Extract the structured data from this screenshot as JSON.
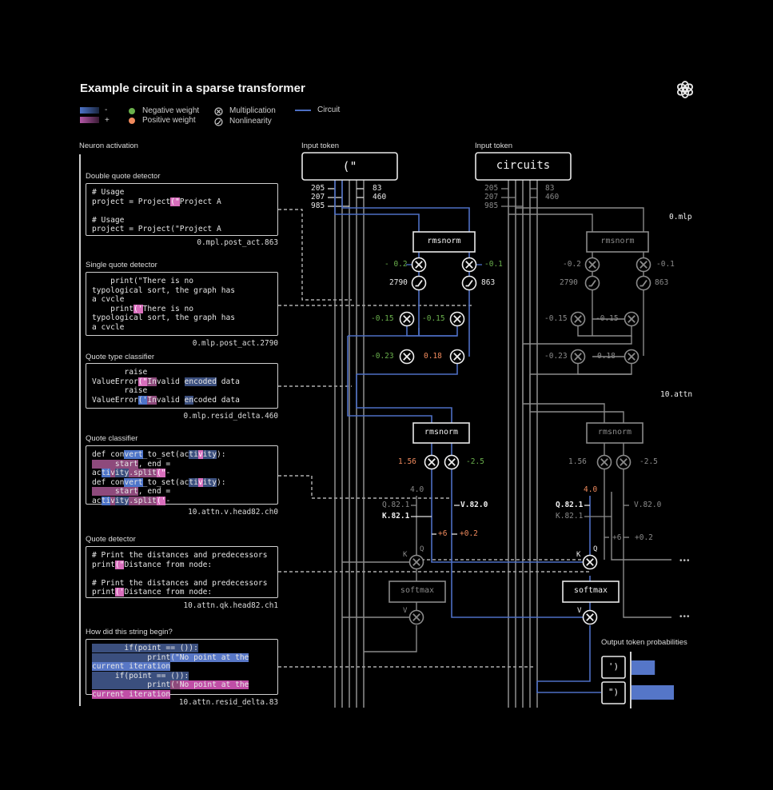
{
  "title": "Example circuit in a sparse transformer",
  "legend": {
    "gradient_neg_label": "-",
    "gradient_pos_label": "+",
    "negative_weight": "Negative weight",
    "positive_weight": "Positive weight",
    "multiplication": "Multiplication",
    "nonlinearity": "Nonlinearity",
    "circuit": "Circuit",
    "colors": {
      "negative": "#6ab04c",
      "positive": "#f08a5d",
      "circuit": "#4d6fc4",
      "activation_neg": "#4d74c9",
      "activation_pos": "#d96fbd"
    }
  },
  "neuron_activation_header": "Neuron activation",
  "neurons": [
    {
      "label": "Double quote detector",
      "caption": "0.mpl.post_act.863"
    },
    {
      "label": "Single quote detector",
      "caption": "0.mlp.post_act.2790"
    },
    {
      "label": "Quote type classifier",
      "caption": "0.mlp.resid_delta.460"
    },
    {
      "label": "Quote classifier",
      "caption": "10.attn.v.head82.ch0"
    },
    {
      "label": "Quote detector",
      "caption": "10.attn.qk.head82.ch1"
    },
    {
      "label": "How did this string begin?",
      "caption": "10.attn.resid_delta.83"
    }
  ],
  "code": {
    "n0": {
      "l1": "# Usage",
      "l2a": "project = Project",
      "l2h": "(\"",
      "l2b": "Project A",
      "l3": "# Usage",
      "l4": "project = Project(\"Project A"
    },
    "n1": {
      "l1": "    print(\"There is no",
      "l2": "typological sort, the graph has",
      "l3": "a cvcle",
      "l4a": "    print",
      "l4h": "('",
      "l4b": "There is no",
      "l5": "typological sort, the graph has",
      "l6": "a cvcle"
    },
    "n2": {
      "l1": "       raise",
      "l2a": "ValueError",
      "l2h1": "(\"",
      "l2h2": "In",
      "l2b": "valid ",
      "l2h3": "encoded",
      "l2c": " data",
      "l3": "       raise",
      "l4a": "ValueError",
      "l4h1": "('",
      "l4h2": "In",
      "l4b": "valid ",
      "l4h3": "en",
      "l4c": "coded data"
    },
    "n3": {
      "l1a": "def con",
      "l1h1": "vert",
      "l1b": "_to_set(ac",
      "l1h2": "ti",
      "l1h3": "v",
      "l1h4": "ity",
      "l1c": "):",
      "l2h": "     start",
      "l2b": ", end =",
      "l3a": "ac",
      "l3h1": "ti",
      "l3h2": "v",
      "l3h3": "ity",
      "l3h4": ".split",
      "l3h5": "(\"",
      "l3c": "-",
      "l4a": "def con",
      "l4h1": "vert",
      "l4b": "_to_set(ac",
      "l4h2": "ti",
      "l4h3": "v",
      "l4h4": "ity",
      "l4c": "):",
      "l5h": "     start",
      "l5b": ", end =",
      "l6a": "ac",
      "l6h1": "ti",
      "l6h2": "v",
      "l6h3": "ity",
      "l6h4": ".split",
      "l6h5": "('",
      "l6c": "-"
    },
    "n4": {
      "l1": "# Print the distances and predecessors",
      "l2a": "print",
      "l2h": "(\"",
      "l2b": "Distance from node:",
      "l3": "# Print the distances and predecessors",
      "l4a": "print",
      "l4h": "('",
      "l4b": "Distance from node:"
    },
    "n5": {
      "l1": "       if(point == ()):",
      "l2a": "            print",
      "l2b": "(\"No point at the",
      "l3": "current iteration",
      "l4": "     if(point == ()):",
      "l5a": "            print",
      "l5h": "('",
      "l5b": "No point at the",
      "l6": "current iteration"
    }
  },
  "diagram": {
    "input_token_label": "Input token",
    "tokens": [
      "(\"",
      "circuits"
    ],
    "embed_left": [
      "205",
      "207",
      "985"
    ],
    "embed_right": [
      "83",
      "460"
    ],
    "layer_labels": [
      "0.mlp",
      "10.attn"
    ],
    "rmsnorm": "rmsnorm",
    "softmax": "softmax",
    "mlp_weights": [
      "- 0.2",
      "-0.1"
    ],
    "mlp_weights_dim": [
      "-0.2",
      "-0.1"
    ],
    "nonlin_ids": [
      "2790",
      "863"
    ],
    "mul_row1": [
      "-0.15",
      "-0.15"
    ],
    "mul_row2": [
      "-0.23",
      "0.18"
    ],
    "attn_weights": [
      "1.56",
      "-2.5"
    ],
    "qk_scale": "4.0",
    "q_label": "Q.82.1",
    "k_label": "K.82.1",
    "v_label": "V.82.0",
    "add_weights": [
      "+6",
      "+0.2"
    ],
    "k_port": "K",
    "q_port": "Q",
    "v_port": "V",
    "ellipsis": "•••"
  },
  "output": {
    "label": "Output token probabilities",
    "tokens": [
      "')",
      "\")"
    ],
    "probabilities": [
      0.55,
      1.0
    ]
  }
}
